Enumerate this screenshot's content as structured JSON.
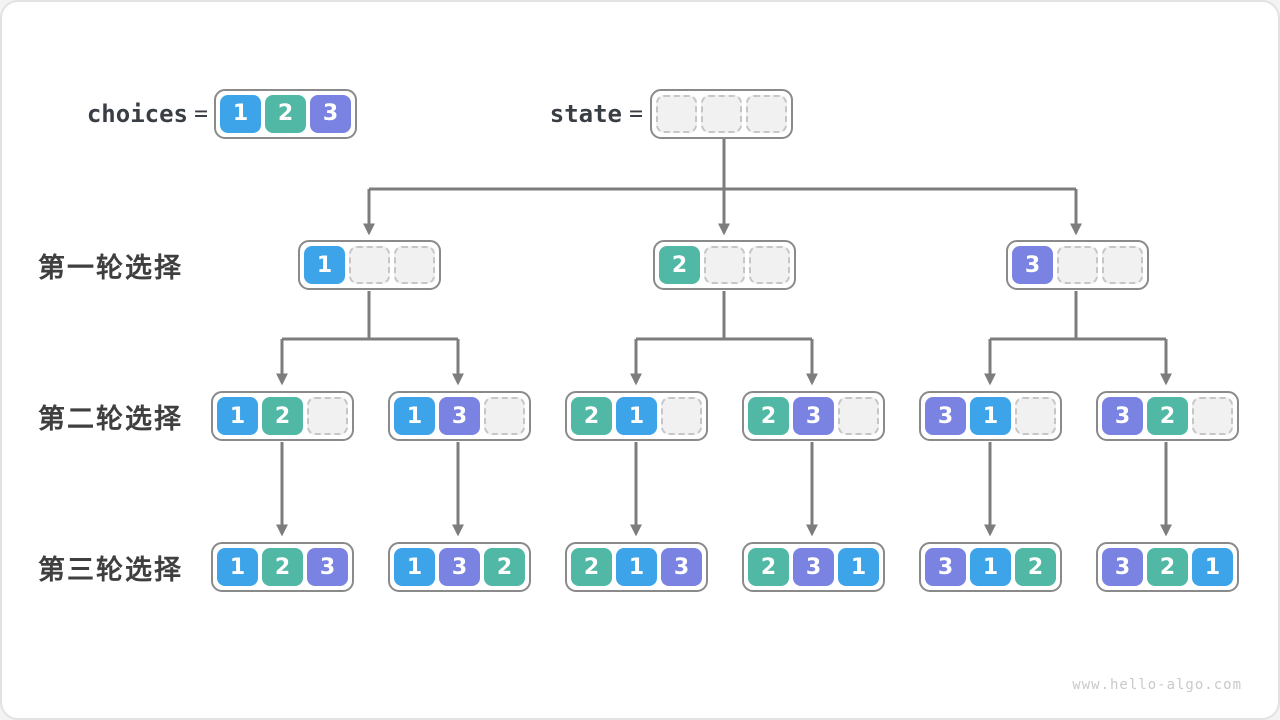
{
  "header": {
    "choices_label": "choices",
    "state_label": "state",
    "equals": "=",
    "choices_cells": [
      1,
      2,
      3
    ],
    "state_cells": [
      null,
      null,
      null
    ]
  },
  "colors": {
    "1": "#3ea4e9",
    "2": "#50b8a4",
    "3": "#7b83e2"
  },
  "levels": [
    {
      "label": "第一轮选择",
      "nodes": [
        [
          1,
          null,
          null
        ],
        [
          2,
          null,
          null
        ],
        [
          3,
          null,
          null
        ]
      ]
    },
    {
      "label": "第二轮选择",
      "nodes": [
        [
          1,
          2,
          null
        ],
        [
          1,
          3,
          null
        ],
        [
          2,
          1,
          null
        ],
        [
          2,
          3,
          null
        ],
        [
          3,
          1,
          null
        ],
        [
          3,
          2,
          null
        ]
      ]
    },
    {
      "label": "第三轮选择",
      "nodes": [
        [
          1,
          2,
          3
        ],
        [
          1,
          3,
          2
        ],
        [
          2,
          1,
          3
        ],
        [
          2,
          3,
          1
        ],
        [
          3,
          1,
          2
        ],
        [
          3,
          2,
          1
        ]
      ]
    }
  ],
  "watermark": "www.hello-algo.com"
}
